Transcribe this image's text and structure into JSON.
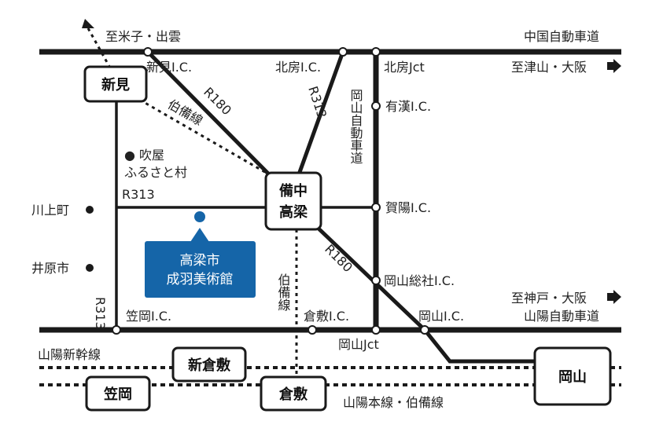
{
  "map": {
    "colors": {
      "ink": "#1a1a1a",
      "museum": "#1565a8",
      "background": "#ffffff"
    },
    "stations": {
      "niimi": "新見",
      "bitchu_takahashi_1": "備中",
      "bitchu_takahashi_2": "高梁",
      "shin_kurashiki": "新倉敷",
      "kasaoka": "笠岡",
      "kurashiki": "倉敷",
      "okayama": "岡山"
    },
    "museum": {
      "line1": "高梁市",
      "line2": "成羽美術館"
    },
    "labels": {
      "to_yonago": "至米子・出雲",
      "chugoku_expressway": "中国自動車道",
      "to_tsuyama": "至津山・大阪",
      "niimi_ic": "新見I.C.",
      "hokubo_ic": "北房I.C.",
      "hokubo_jct": "北房Jct",
      "r180_north": "R180",
      "r313_north": "R313",
      "hakubi_line_north": "伯備線",
      "okayama_expressway": "岡山自動車道",
      "ariga_ic": "有漢I.C.",
      "fukiya_1": "● 吹屋",
      "fukiya_2": "ふるさと村",
      "r313_west": "R313",
      "kawakami": "川上町",
      "kaya_ic": "賀陽I.C.",
      "ibara": "井原市",
      "r180_south": "R180",
      "okayama_soja_ic": "岡山総社I.C.",
      "hakubi_line_south": "伯備線",
      "r313_south": "R313",
      "to_kobe": "至神戸・大阪",
      "sanyo_expressway": "山陽自動車道",
      "kasaoka_ic": "笠岡I.C.",
      "kurashiki_ic": "倉敷I.C.",
      "okayama_ic": "岡山I.C.",
      "okayama_jct": "岡山Jct",
      "sanyo_shinkansen": "山陽新幹線",
      "sanyo_main_line": "山陽本線・伯備線"
    }
  }
}
